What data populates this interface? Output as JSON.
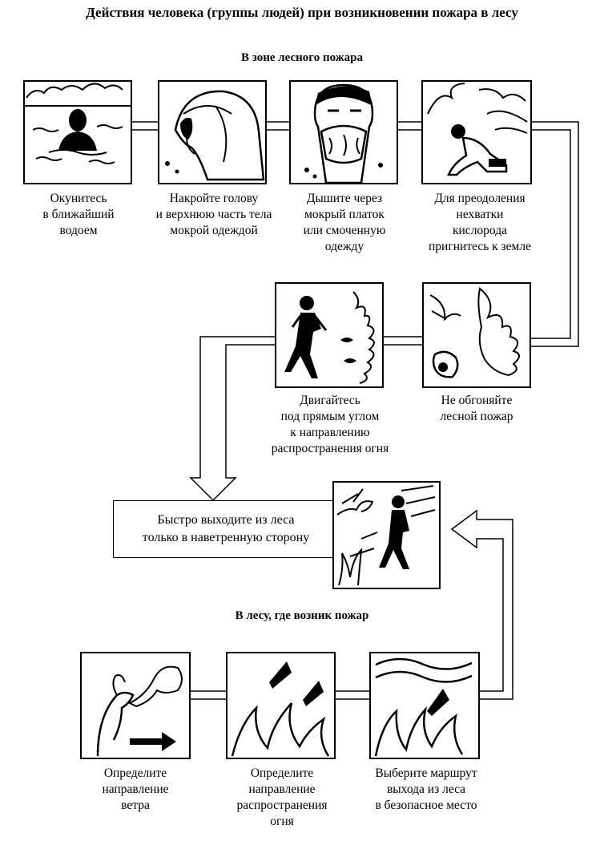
{
  "title": "Действия человека (группы людей) при возникновении пожара в лесу",
  "section_top": "В зоне лесного пожара",
  "section_bottom": "В лесу, где возник пожар",
  "steps_row1": [
    {
      "caption": "Окунитесь\nв ближайший\nводоем",
      "icon": "swimming-person-icon"
    },
    {
      "caption": "Накройте голову\nи верхнюю часть тела\nмокрой одеждой",
      "icon": "head-covered-icon"
    },
    {
      "caption": "Дышите через\nмокрый платок\nили смоченную\nодежду",
      "icon": "face-cloth-icon"
    },
    {
      "caption": "Для преодоления\nнехватки\nкислорода\nпригнитесь к земле",
      "icon": "crouching-person-icon"
    }
  ],
  "steps_row2": [
    {
      "caption": "Двигайтесь\nпод прямым углом\nк направлению\nраспространения огня",
      "icon": "running-from-fire-icon"
    },
    {
      "caption": "Не обгоняйте\nлесной пожар",
      "icon": "fire-overtaking-icon"
    }
  ],
  "exit_box": {
    "text": "Быстро выходите из леса\nтолько в наветренную сторону",
    "icon": "windward-exit-icon"
  },
  "steps_row3": [
    {
      "caption": "Определите\nнаправление\nветра",
      "icon": "wind-direction-icon"
    },
    {
      "caption": "Определите\nнаправление\nраспространения\nогня",
      "icon": "fire-direction-icon"
    },
    {
      "caption": "Выберите маршрут\nвыхода из леса\nв безопасное место",
      "icon": "exit-route-icon"
    }
  ]
}
